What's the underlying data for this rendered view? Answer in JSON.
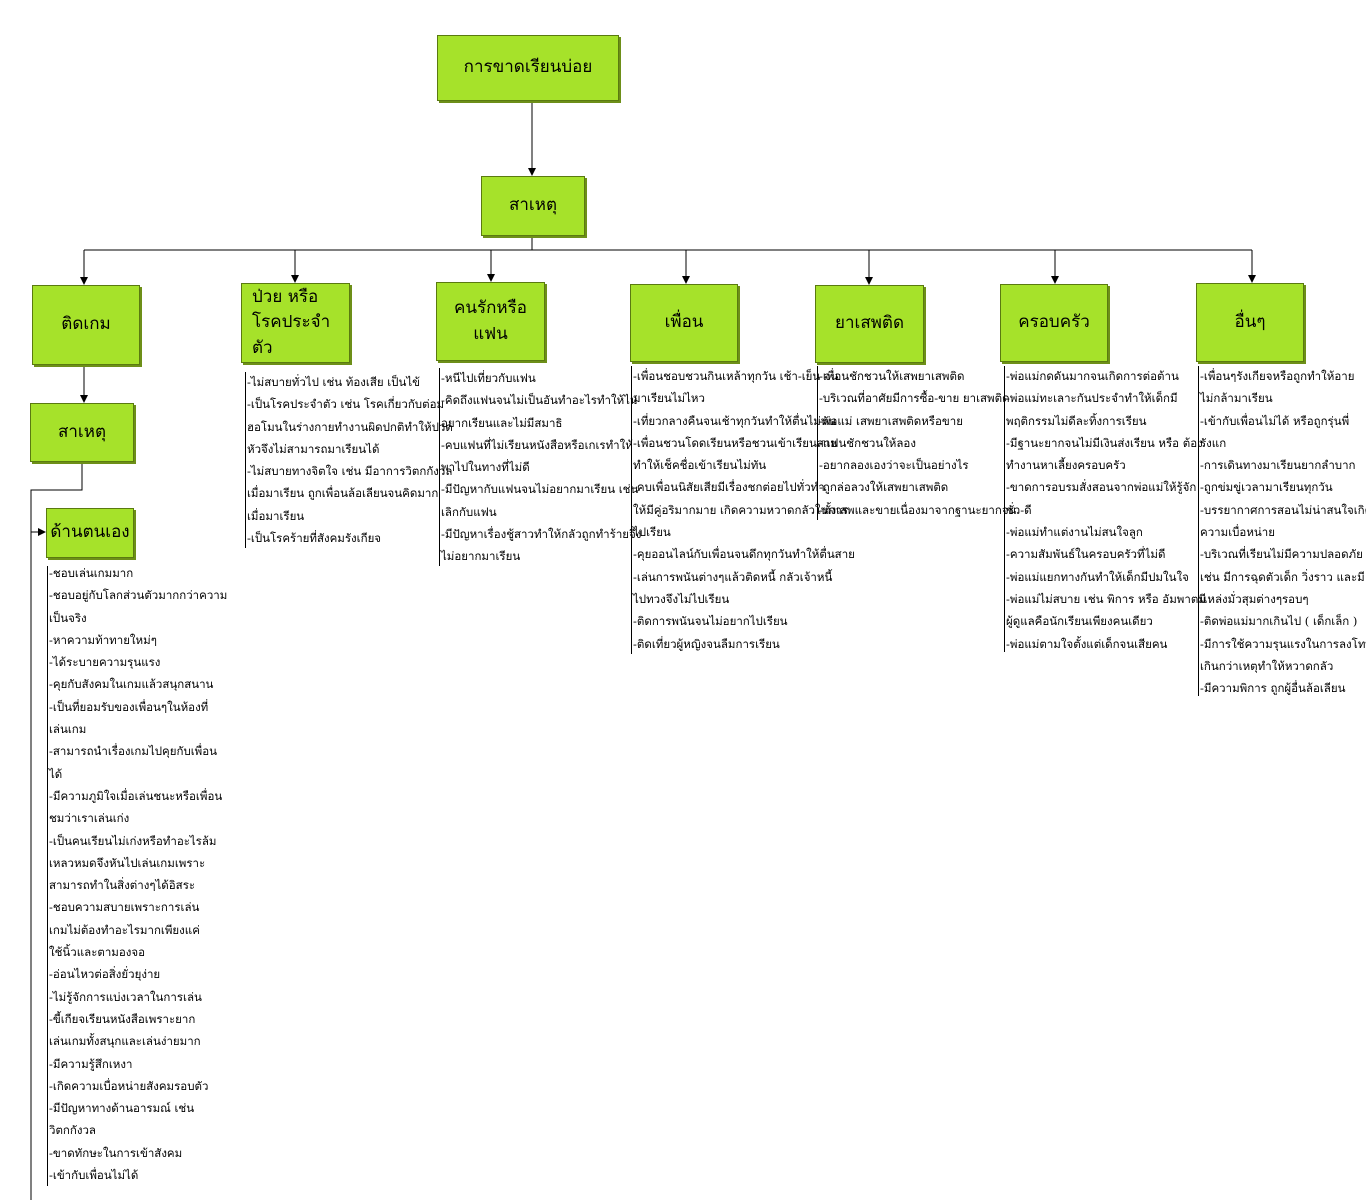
{
  "root": {
    "title": "การขาดเรียนบ่อย"
  },
  "cause": {
    "title": "สาเหตุ"
  },
  "game": {
    "title": "ติดเกม",
    "cause": "สาเหตุ",
    "sub": "ด้านตนเอง",
    "items": [
      [
        "-ชอบเล่นเกมมาก"
      ],
      [
        "-ชอบอยู่กับโลกส่วนตัวมากกว่าความ",
        "เป็นจริง"
      ],
      [
        "-หาความท้าทายใหม่ๆ"
      ],
      [
        "-ได้ระบายความรุนแรง"
      ],
      [
        "-คุยกับสังคมในเกมแล้วสนุกสนาน"
      ],
      [
        "-เป็นที่ยอมรับของเพื่อนๆในห้องที่",
        "เล่นเกม"
      ],
      [
        "-สามารถนำเรื่องเกมไปคุยกับเพื่อน",
        "ได้"
      ],
      [
        "-มีความภูมิใจเมื่อเล่นชนะหรือเพื่อน",
        "ชมว่าเราเล่นเก่ง"
      ],
      [
        "-เป็นคนเรียนไม่เก่งหรือทำอะไรล้ม",
        "เหลวหมดจึงหันไปเล่นเกมเพราะ",
        "สามารถทำในสิ่งต่างๆได้อิสระ"
      ],
      [
        "-ชอบความสบายเพราะการเล่น",
        "เกมไม่ต้องทำอะไรมากเพียงแค่",
        "ใช้นิ้วและตามองจอ"
      ],
      [
        "-อ่อนไหวต่อสิ่งยั่วยุง่าย"
      ],
      [
        "-ไม่รู้จักการแบ่งเวลาในการเล่น"
      ],
      [
        "-ขี้เกียจเรียนหนังสือเพราะยาก",
        "เล่นเกมทั้งสนุกและเล่นง่ายมาก"
      ],
      [
        "-มีความรู้สึกเหงา"
      ],
      [
        "-เกิดความเบื่อหน่ายสังคมรอบตัว"
      ],
      [
        "-มีปัญหาทางด้านอารมณ์ เช่น",
        "วิตกกังวล"
      ],
      [
        "-ขาดทักษะในการเข้าสังคม"
      ],
      [
        "-เข้ากับเพื่อนไม่ได้"
      ]
    ]
  },
  "sick": {
    "title_line1": "ป่วย หรือ",
    "title_line2": "โรคประจำตัว",
    "items": [
      [
        "-ไม่สบายทั่วไป เช่น ท้องเสีย เป็นไข้"
      ],
      [
        "-เป็นโรคประจำตัว เช่น โรคเกี่ยวกับต่อม",
        "ฮอโมนในร่างกายทำงานผิดปกติทำให้ปวด",
        "หัวจึงไม่สามารถมาเรียนได้"
      ],
      [
        "-ไม่สบายทางจิตใจ เช่น มีอาการวิตกกังวล",
        "เมื่อมาเรียน ถูกเพื่อนล้อเลียนจนคิดมาก",
        "เมื่อมาเรียน"
      ],
      [
        "-เป็นโรคร้ายที่สังคมรังเกียจ"
      ]
    ]
  },
  "lover": {
    "title": "คนรักหรือแฟน",
    "items": [
      [
        "-หนีไปเที่ยวกับแฟน"
      ],
      [
        "-คิดถึงแฟนจนไม่เป็นอันทำอะไรทำให้ไม่",
        "อยากเรียนและไม่มีสมาธิ"
      ],
      [
        "-คบแฟนที่ไม่เรียนหนังสือหรือเกเรทำให้",
        "พาไปในทางที่ไม่ดี"
      ],
      [
        "-มีปัญหากับแฟนจนไม่อยากมาเรียน เช่น",
        "เลิกกับแฟน"
      ],
      [
        "-มีปัญหาเรื่องชู้สาวทำให้กลัวถูกทำร้ายจึง",
        "ไม่อยากมาเรียน"
      ]
    ]
  },
  "friend": {
    "title": "เพื่อน",
    "items": [
      [
        "-เพื่อนชอบชวนกินเหล้าทุกวัน เช้า-เย็น จน",
        "มาเรียนไม่ไหว"
      ],
      [
        "-เที่ยวกลางคืนจนเช้าทุกวันทำให้ตื่นไม่ทัน"
      ],
      [
        "-เพื่อนชวนโดดเรียนหรือชวนเข้าเรียนสาย",
        "ทำให้เช็คชื่อเข้าเรียนไม่ทัน"
      ],
      [
        "-คบเพื่อนนิสัยเสียมีเรื่องชกต่อยไปทั่วทำ",
        "ให้มีคู่อริมากมาย เกิดความหวาดกลัวในการ",
        "ไปเรียน"
      ],
      [
        "-คุยออนไลน์กับเพื่อนจนดึกทุกวันทำให้ตื่นสาย"
      ],
      [
        "-เล่นการพนันต่างๆแล้วติดหนี้ กลัวเจ้าหนี้",
        "ไปทวงจึงไม่ไปเรียน"
      ],
      [
        "-ติดการพนันจนไม่อยากไปเรียน"
      ],
      [
        "-ติดเที่ยวผู้หญิงจนลืมการเรียน"
      ]
    ]
  },
  "drug": {
    "title": "ยาเสพติด",
    "items": [
      [
        "-เพื่อนชักชวนให้เสพยาเสพติด"
      ],
      [
        "-บริเวณที่อาศัยมีการซื้อ-ขาย ยาเสพติด"
      ],
      [
        "-พ่อแม่ เสพยาเสพติดหรือขาย"
      ],
      [
        "-แฟนชักชวนให้ลอง"
      ],
      [
        "-อยากลองเองว่าจะเป็นอย่างไร"
      ],
      [
        "-ถูกล่อลวงให้เสพยาเสพติด"
      ],
      [
        "-ทั้งเสพและขายเนื่องมาจากฐานะยากจน"
      ]
    ]
  },
  "family": {
    "title": "ครอบครัว",
    "items": [
      [
        "-พ่อแม่กดดันมากจนเกิดการต่อต้าน"
      ],
      [
        "-พ่อแม่ทะเลาะกันประจำทำให้เด็กมี",
        "พฤติกรรมไม่ดีละทิ้งการเรียน"
      ],
      [
        "-มีฐานะยากจนไม่มีเงินส่งเรียน หรือ ต้อง",
        "ทำงานหาเลี้ยงครอบครัว"
      ],
      [
        "-ขาดการอบรมสั่งสอนจากพ่อแม่ให้รู้จัก",
        "ชั่ว-ดี"
      ],
      [
        "-พ่อแม่ทำแต่งานไม่สนใจลูก"
      ],
      [
        "-ความสัมพันธ์ในครอบครัวที่ไม่ดี"
      ],
      [
        "-พ่อแม่แยกทางกันทำให้เด็กมีปมในใจ"
      ],
      [
        "-พ่อแม่ไม่สบาย เช่น พิการ หรือ อัมพาตมี",
        "ผู้ดูแลคือนักเรียนเพียงคนเดียว"
      ],
      [
        "-พ่อแม่ตามใจตั้งแต่เด็กจนเสียคน"
      ]
    ]
  },
  "other": {
    "title": "อื่นๆ",
    "items": [
      [
        "-เพื่อนๆรังเกียจหรือถูกทำให้อาย",
        "ไม่กล้ามาเรียน"
      ],
      [
        "-เข้ากับเพื่อนไม่ได้ หรือถูกรุ่นพี่",
        "รังแก"
      ],
      [
        "-การเดินทางมาเรียนยากลำบาก"
      ],
      [
        "-ถูกข่มขู่เวลามาเรียนทุกวัน"
      ],
      [
        "-บรรยากาศการสอนไม่น่าสนใจเกิด",
        "ความเบื่อหน่าย"
      ],
      [
        "-บริเวณที่เรียนไม่มีความปลอดภัย",
        "เช่น มีการฉุดตัวเด็ก วิ่งราว และมี",
        "แหล่งมั่วสุมต่างๆรอบๆ"
      ],
      [
        "-ติดพ่อแม่มากเกินไป ( เด็กเล็ก )"
      ],
      [
        "-มีการใช้ความรุนแรงในการลงโทษที่",
        "เกินกว่าเหตุทำให้หวาดกลัว"
      ],
      [
        "-มีความพิการ ถูกผู้อื่นล้อเลียน"
      ]
    ]
  }
}
